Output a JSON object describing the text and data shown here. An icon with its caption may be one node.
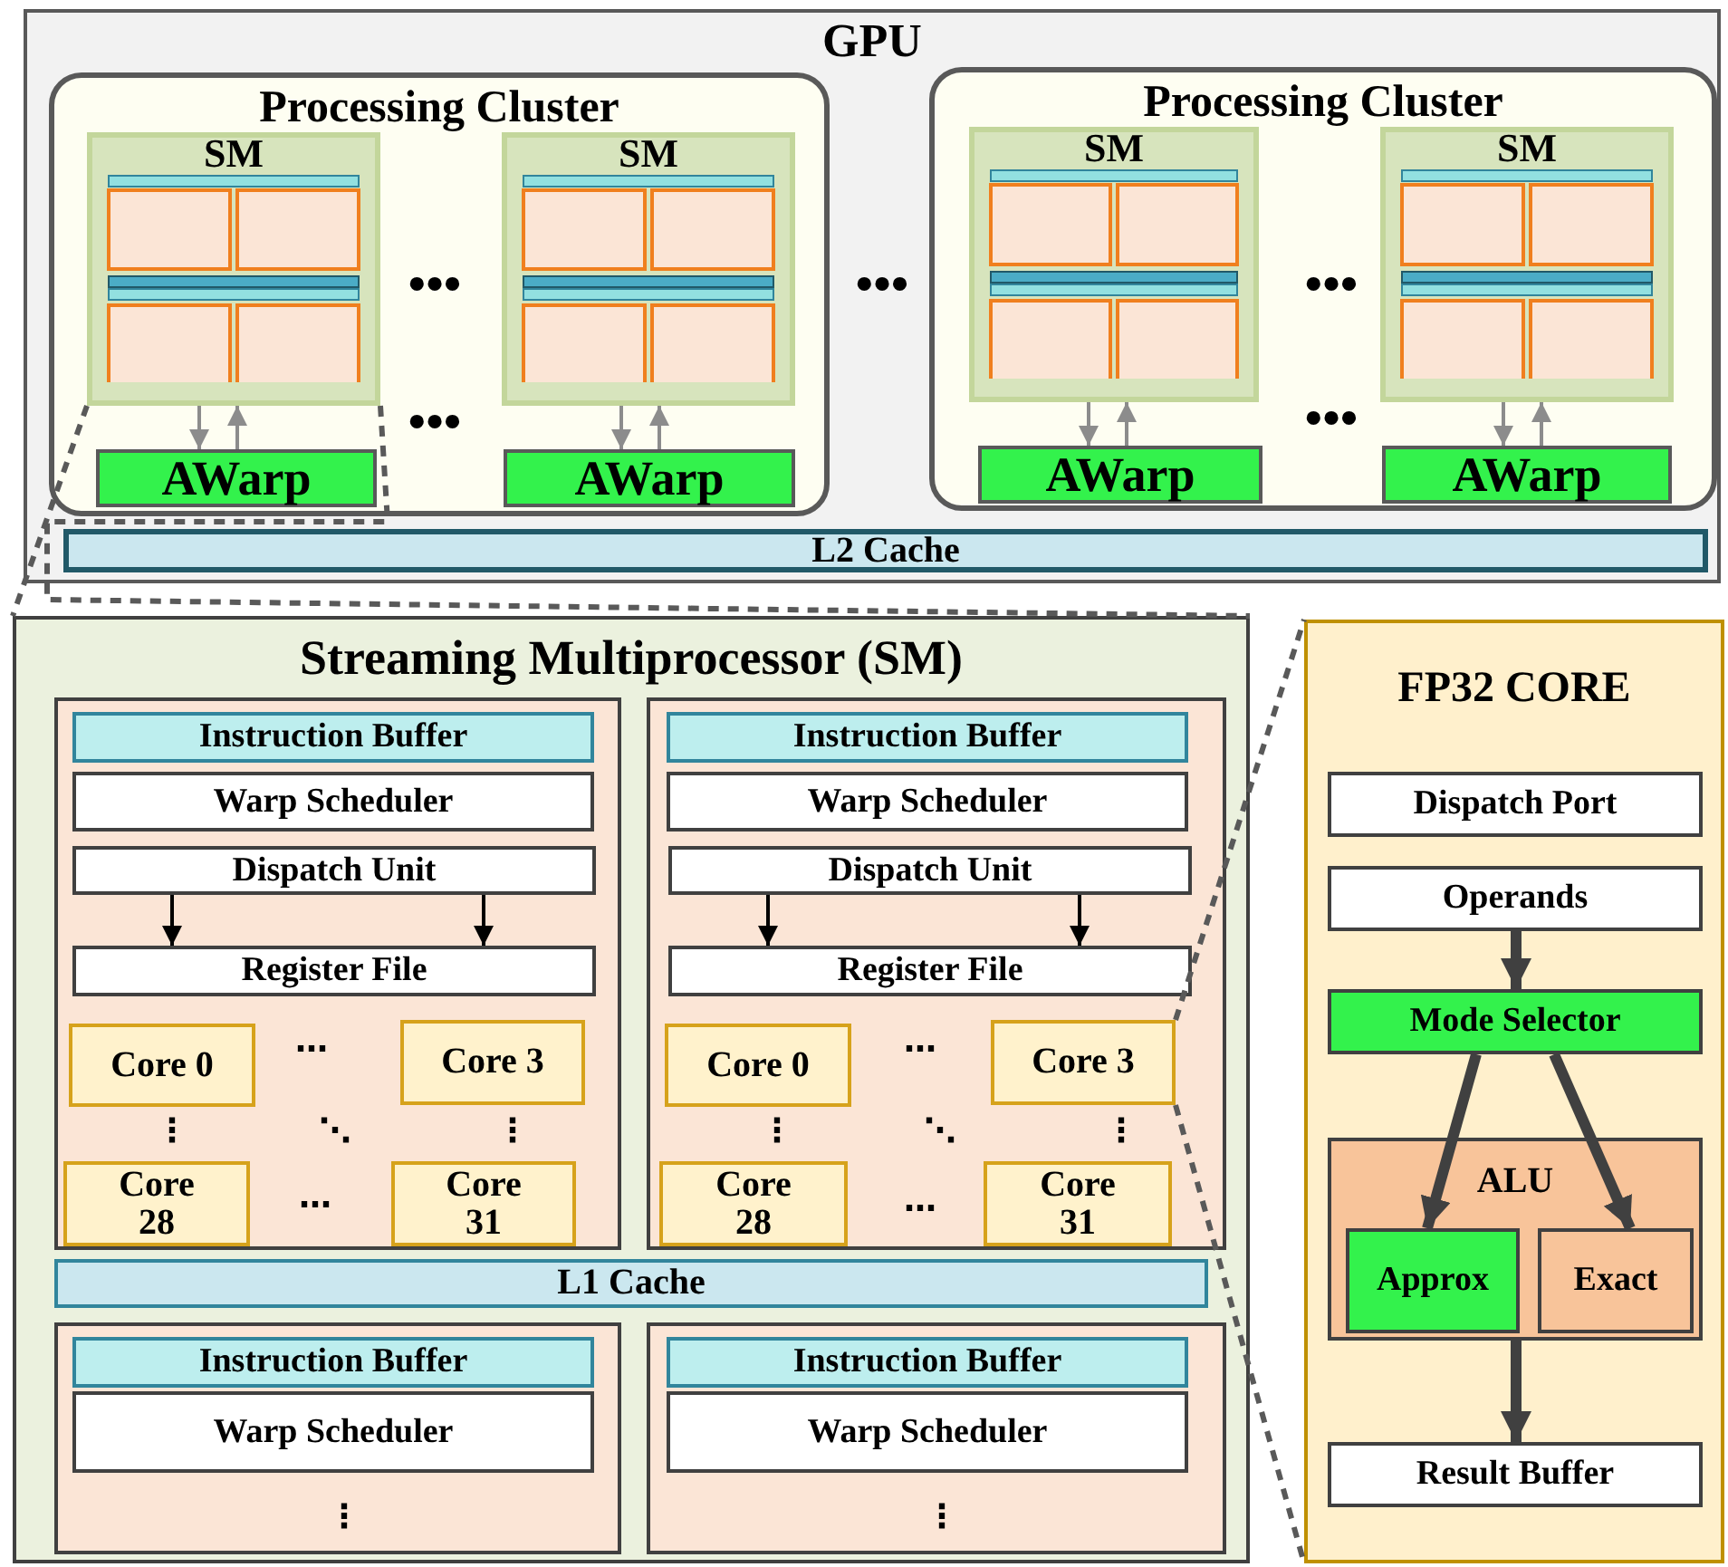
{
  "diagram": {
    "nodes": [
      {
        "text": [
          "GPU"
        ]
      },
      {
        "text": [
          "Processing Cluster"
        ],
        "in": 0
      },
      {
        "text": [
          "SM"
        ],
        "in": 1
      },
      {
        "text": [
          "AWarp"
        ],
        "in": 1
      },
      {
        "text": [
          "SM"
        ],
        "in": 1
      },
      {
        "text": [
          "AWarp"
        ],
        "in": 1
      },
      {
        "text": [
          "Processing Cluster"
        ],
        "in": 0
      },
      {
        "text": [
          "SM"
        ],
        "in": 6
      },
      {
        "text": [
          "AWarp"
        ],
        "in": 6
      },
      {
        "text": [
          "SM"
        ],
        "in": 6
      },
      {
        "text": [
          "AWarp"
        ],
        "in": 6
      },
      {
        "text": [
          "L2 Cache"
        ],
        "in": 0
      },
      {
        "text": [
          "Streaming Multiprocessor (SM)"
        ]
      },
      {
        "text": [],
        "shape": "box",
        "in": 12
      },
      {
        "text": [
          "Instruction Buffer"
        ],
        "in": 13
      },
      {
        "text": [
          "Warp Scheduler"
        ],
        "in": 13
      },
      {
        "text": [
          "Dispatch Unit"
        ],
        "in": 13
      },
      {
        "text": [
          "Register File"
        ],
        "in": 13
      },
      {
        "text": [
          "Core 0"
        ],
        "in": 13
      },
      {
        "text": [
          "Core 3"
        ],
        "in": 13
      },
      {
        "text": [
          "Core 28"
        ],
        "in": 13
      },
      {
        "text": [
          "Core 31"
        ],
        "in": 13
      },
      {
        "text": [],
        "shape": "box",
        "in": 12
      },
      {
        "text": [
          "Instruction Buffer"
        ],
        "in": 22
      },
      {
        "text": [
          "Warp Scheduler"
        ],
        "in": 22
      },
      {
        "text": [
          "Dispatch Unit"
        ],
        "in": 22
      },
      {
        "text": [
          "Register File"
        ],
        "in": 22
      },
      {
        "text": [
          "Core 0"
        ],
        "in": 22
      },
      {
        "text": [
          "Core 3"
        ],
        "in": 22
      },
      {
        "text": [
          "Core 28"
        ],
        "in": 22
      },
      {
        "text": [
          "Core 31"
        ],
        "in": 22
      },
      {
        "text": [
          "L1 Cache"
        ],
        "in": 12
      },
      {
        "text": [],
        "shape": "box",
        "in": 12
      },
      {
        "text": [
          "Instruction Buffer"
        ],
        "in": 32
      },
      {
        "text": [
          "Warp Scheduler"
        ],
        "in": 32
      },
      {
        "text": [],
        "shape": "box",
        "in": 12
      },
      {
        "text": [
          "Instruction Buffer"
        ],
        "in": 35
      },
      {
        "text": [
          "Warp Scheduler"
        ],
        "in": 35
      },
      {
        "text": [
          "FP32 CORE"
        ]
      },
      {
        "text": [
          "Dispatch Port"
        ],
        "in": 38
      },
      {
        "text": [
          "Operands"
        ],
        "in": 38
      },
      {
        "text": [
          "Mode Selector"
        ],
        "in": 38
      },
      {
        "text": [
          "ALU"
        ],
        "in": 38
      },
      {
        "text": [
          "Approx"
        ],
        "in": 42
      },
      {
        "text": [
          "Exact"
        ],
        "in": 42
      },
      {
        "text": [
          "Result Buffer"
        ],
        "in": 38
      }
    ],
    "edges": [
      {
        "from": 2,
        "to": 3,
        "arrow": "to",
        "color": "#8c8c8c"
      },
      {
        "from": 3,
        "to": 2,
        "arrow": "to",
        "color": "#8c8c8c"
      },
      {
        "from": 4,
        "to": 5,
        "arrow": "to",
        "color": "#8c8c8c"
      },
      {
        "from": 5,
        "to": 4,
        "arrow": "to",
        "color": "#8c8c8c"
      },
      {
        "from": 7,
        "to": 8,
        "arrow": "to",
        "color": "#8c8c8c"
      },
      {
        "from": 8,
        "to": 7,
        "arrow": "to",
        "color": "#8c8c8c"
      },
      {
        "from": 9,
        "to": 10,
        "arrow": "to",
        "color": "#8c8c8c"
      },
      {
        "from": 10,
        "to": 9,
        "arrow": "to",
        "color": "#8c8c8c"
      },
      {
        "from": 16,
        "to": 17,
        "arrow": "to",
        "color": "#000000"
      },
      {
        "from": 16,
        "to": 17,
        "arrow": "to",
        "color": "#000000"
      },
      {
        "from": 25,
        "to": 26,
        "arrow": "to",
        "color": "#000000"
      },
      {
        "from": 25,
        "to": 26,
        "arrow": "to",
        "color": "#000000"
      },
      {
        "from": 40,
        "to": 41,
        "arrow": "to",
        "style": "thick",
        "color": "#404040"
      },
      {
        "from": 41,
        "to": 43,
        "arrow": "to",
        "style": "thick",
        "color": "#404040"
      },
      {
        "from": 41,
        "to": 44,
        "arrow": "to",
        "style": "thick",
        "color": "#404040"
      },
      {
        "from": 42,
        "to": 45,
        "arrow": "to",
        "style": "thick",
        "color": "#404040"
      },
      {
        "from": 2,
        "to": 12,
        "arrow": "none",
        "style": "dashed",
        "color": "#595959"
      },
      {
        "from": 2,
        "to": 12,
        "arrow": "none",
        "style": "dashed",
        "color": "#595959"
      },
      {
        "from": 28,
        "to": 38,
        "arrow": "none",
        "style": "dashed",
        "color": "#595959"
      },
      {
        "from": 28,
        "to": 38,
        "arrow": "none",
        "style": "dashed",
        "color": "#595959"
      }
    ],
    "labels": [
      "•••",
      "•••",
      "•••",
      "•••",
      "•••",
      "⋯",
      "⋯",
      "⋮",
      "⋱",
      "⋮",
      "⋮",
      "⋱",
      "⋮",
      "⋯",
      "⋯",
      "⋮",
      "⋮"
    ]
  }
}
